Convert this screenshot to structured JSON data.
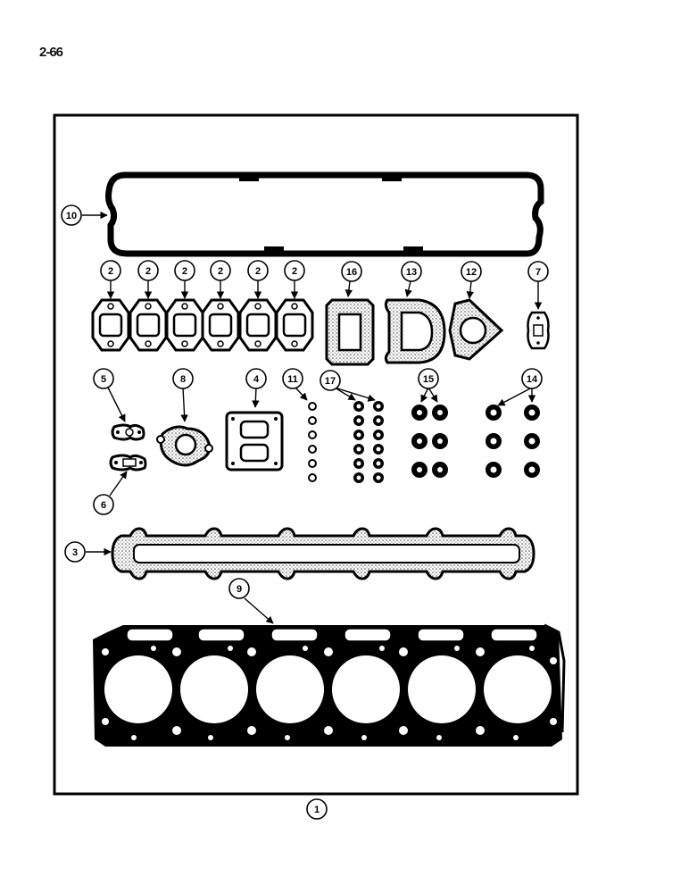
{
  "page": {
    "number": "2-66"
  },
  "callouts": {
    "c1": "1",
    "c2": "2",
    "c3": "3",
    "c4": "4",
    "c5": "5",
    "c6": "6",
    "c7": "7",
    "c8": "8",
    "c9": "9",
    "c10": "10",
    "c11": "11",
    "c12": "12",
    "c13": "13",
    "c14": "14",
    "c15": "15",
    "c16": "16",
    "c17": "17"
  },
  "colors": {
    "ink": "#000000",
    "paper": "#ffffff",
    "gasket_fill": "#bdbdbd"
  }
}
